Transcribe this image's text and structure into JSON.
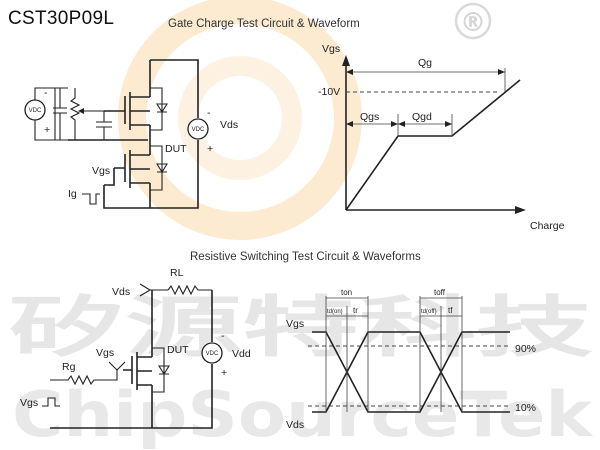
{
  "part_number": "CST30P09L",
  "gate_charge": {
    "title": "Gate Charge Test Circuit & Waveform",
    "circuit": {
      "source_label": "VDC",
      "source_minus": "-",
      "source_plus": "+",
      "vds_label": "Vds",
      "dut_label": "DUT",
      "vgs_label": "Vgs",
      "ig_label": "Ig"
    },
    "waveform": {
      "y_axis_label": "Vgs",
      "x_axis_label": "Charge",
      "level_label": "-10V",
      "qg_label": "Qg",
      "qgs_label": "Qgs",
      "qgd_label": "Qgd"
    }
  },
  "resistive_switching": {
    "title": "Resistive Switching Test Circuit & Waveforms",
    "circuit": {
      "vds_label": "Vds",
      "rl_label": "RL",
      "rg_label": "Rg",
      "vgs_label": "Vgs",
      "dut_label": "DUT",
      "vdd_label": "Vdd",
      "source_label": "VDC",
      "source_minus": "-",
      "source_plus": "+",
      "vgs_pulse_label": "Vgs"
    },
    "waveform": {
      "vgs_label": "Vgs",
      "vds_label": "Vds",
      "pct_90": "90%",
      "pct_10": "10%",
      "ton_label": "ton",
      "toff_label": "toff",
      "td_on_label": "td(on)",
      "td_off_label": "td(off)",
      "tr_label": "tr",
      "tf_label": "tf"
    }
  },
  "watermark": {
    "chinese": "矽源特科技",
    "english": "ChipSourceTek",
    "registered": "®"
  }
}
